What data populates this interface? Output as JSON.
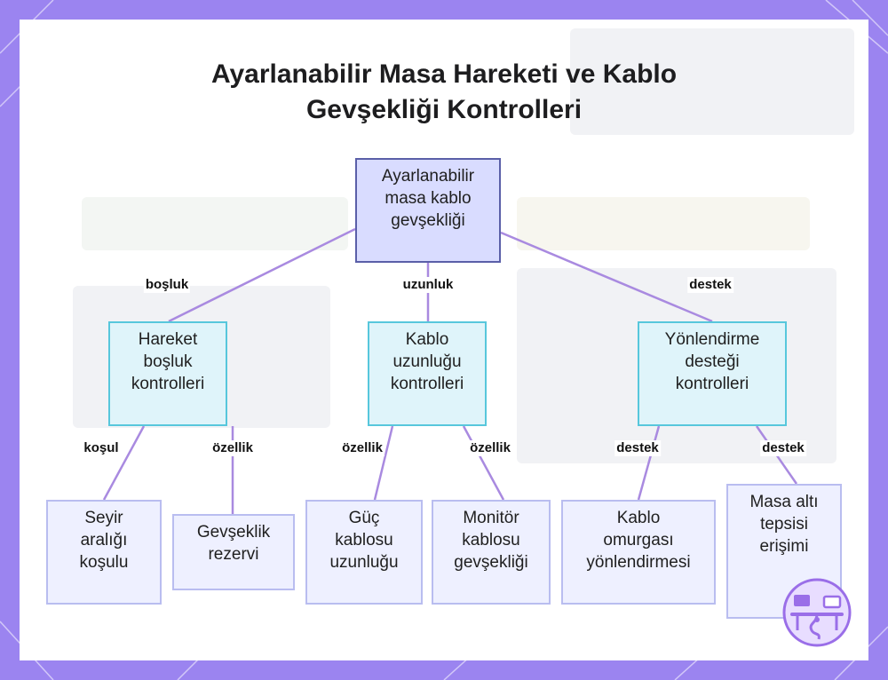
{
  "title": {
    "line1": "Ayarlanabilir Masa Hareketi ve Kablo",
    "line2": "Gevşekliği Kontrolleri"
  },
  "nodes": {
    "root": {
      "l1": "Ayarlanabilir",
      "l2": "masa kablo",
      "l3": "gevşekliği"
    },
    "mid_left": {
      "l1": "Hareket",
      "l2": "boşluk",
      "l3": "kontrolleri"
    },
    "mid_center": {
      "l1": "Kablo",
      "l2": "uzunluğu",
      "l3": "kontrolleri"
    },
    "mid_right": {
      "l1": "Yönlendirme",
      "l2": "desteği",
      "l3": "kontrolleri"
    },
    "leaf1": {
      "l1": "Seyir",
      "l2": "aralığı",
      "l3": "koşulu"
    },
    "leaf2": {
      "l1": "Gevşeklik",
      "l2": "rezervi"
    },
    "leaf3": {
      "l1": "Güç",
      "l2": "kablosu",
      "l3": "uzunluğu"
    },
    "leaf4": {
      "l1": "Monitör",
      "l2": "kablosu",
      "l3": "gevşekliği"
    },
    "leaf5": {
      "l1": "Kablo",
      "l2": "omurgası",
      "l3": "yönlendirmesi"
    },
    "leaf6": {
      "l1": "Masa altı",
      "l2": "tepsisi",
      "l3": "erişimi"
    }
  },
  "edge_labels": {
    "root_left": "boşluk",
    "root_center": "uzunluk",
    "root_right": "destek",
    "left_leaf1": "koşul",
    "left_leaf2": "özellik",
    "center_leaf3": "özellik",
    "center_leaf4": "özellik",
    "right_leaf5": "destek",
    "right_leaf6": "destek"
  },
  "colors": {
    "frame": "#9b84f0",
    "edge": "#a98ae0",
    "root_fill": "#d9dcff",
    "root_border": "#5a5fa8",
    "mid_fill": "#dff4fa",
    "mid_border": "#57c7dc",
    "leaf_fill": "#eef0ff",
    "leaf_border": "#b9bdf0"
  },
  "icons": {
    "logo": "desk-cable-logo-icon"
  }
}
